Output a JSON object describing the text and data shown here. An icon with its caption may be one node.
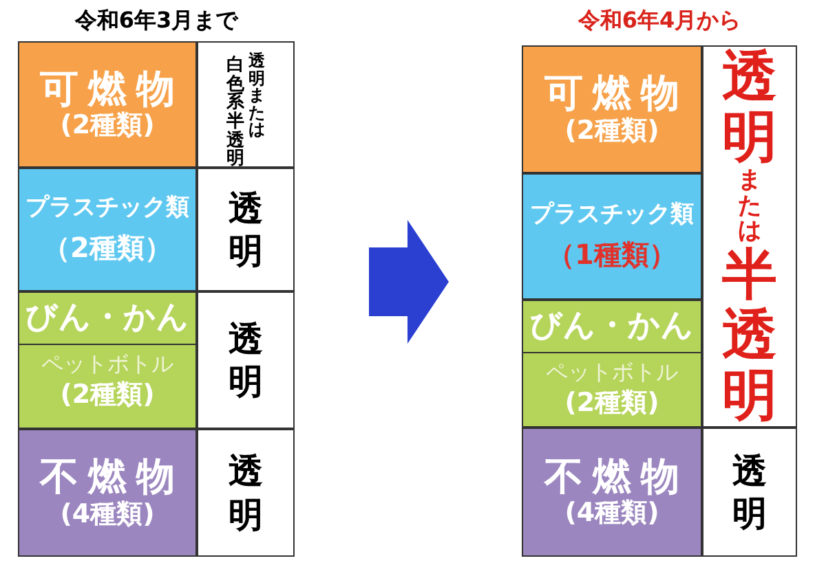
{
  "diagram": {
    "nodes": [
      {
        "text": [
          "令和6年3月まで"
        ]
      },
      {
        "text": [
          "可燃物",
          "(2種類)"
        ],
        "in": 0
      },
      {
        "text": [
          "白色系半透明",
          "透明または"
        ],
        "in": 0
      },
      {
        "text": [
          "プラスチック類",
          "（2種類）"
        ],
        "in": 0
      },
      {
        "text": [
          "透明"
        ],
        "in": 0
      },
      {
        "text": [
          "びん・かん",
          "ペットボトル",
          "(2種類)"
        ],
        "in": 0
      },
      {
        "text": [
          "透明"
        ],
        "in": 0
      },
      {
        "text": [
          "不燃物",
          "(4種類)"
        ],
        "in": 0
      },
      {
        "text": [
          "透明"
        ],
        "in": 0
      },
      {
        "text": [
          "令和6年4月から"
        ]
      },
      {
        "text": [
          "可燃物",
          "(2種類)"
        ],
        "in": 9
      },
      {
        "text": [
          "プラスチック類",
          "（1種類）"
        ],
        "in": 9
      },
      {
        "text": [
          "びん・かん",
          "ペットボトル",
          "(2種類)"
        ],
        "in": 9
      },
      {
        "text": [
          "透明",
          "または",
          "半透明"
        ],
        "in": 9
      },
      {
        "text": [
          "不燃物",
          "(4種類)"
        ],
        "in": 9
      },
      {
        "text": [
          "透明"
        ],
        "in": 9
      }
    ],
    "edges": [
      {
        "from": 0,
        "to": 9,
        "arrow": "to"
      }
    ]
  }
}
